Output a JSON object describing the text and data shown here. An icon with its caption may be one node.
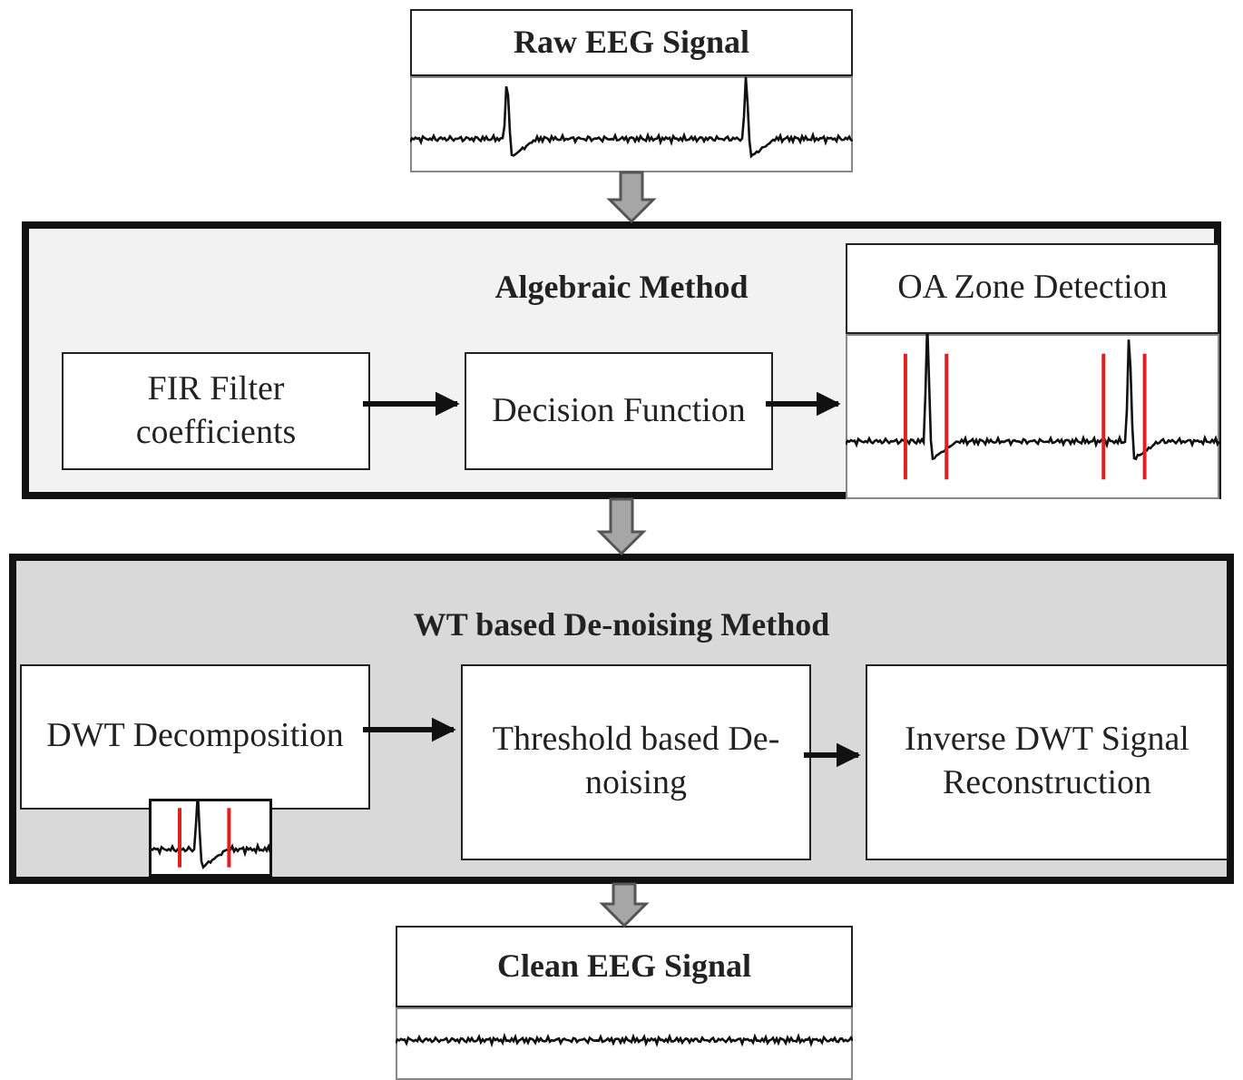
{
  "diagram": {
    "nodes": [
      {
        "text": [
          "Raw EEG Signal"
        ]
      },
      {
        "text": [
          "Algebraic Method"
        ]
      },
      {
        "text": [
          "FIR Filter coefficients"
        ],
        "in": 1
      },
      {
        "text": [
          "Decision Function"
        ],
        "in": 1
      },
      {
        "text": [
          "OA Zone Detection"
        ],
        "in": 1
      },
      {
        "text": [
          "WT based De-noising Method"
        ]
      },
      {
        "text": [
          "DWT Decomposition"
        ],
        "in": 5
      },
      {
        "text": [
          "Threshold based De-noising"
        ],
        "in": 5
      },
      {
        "text": [
          "Inverse DWT Signal Reconstruction"
        ],
        "in": 5
      },
      {
        "text": [
          "Clean EEG Signal"
        ]
      }
    ],
    "edges": [
      {
        "from": 0,
        "to": 1,
        "arrow": "to",
        "style": "thick",
        "color": "#a6a6a6"
      },
      {
        "from": 2,
        "to": 3,
        "arrow": "to"
      },
      {
        "from": 3,
        "to": 4,
        "arrow": "to"
      },
      {
        "from": 1,
        "to": 5,
        "arrow": "to",
        "style": "thick",
        "color": "#a6a6a6"
      },
      {
        "from": 6,
        "to": 7,
        "arrow": "to"
      },
      {
        "from": 7,
        "to": 8,
        "arrow": "to"
      },
      {
        "from": 5,
        "to": 9,
        "arrow": "to",
        "style": "thick",
        "color": "#a6a6a6"
      }
    ]
  }
}
